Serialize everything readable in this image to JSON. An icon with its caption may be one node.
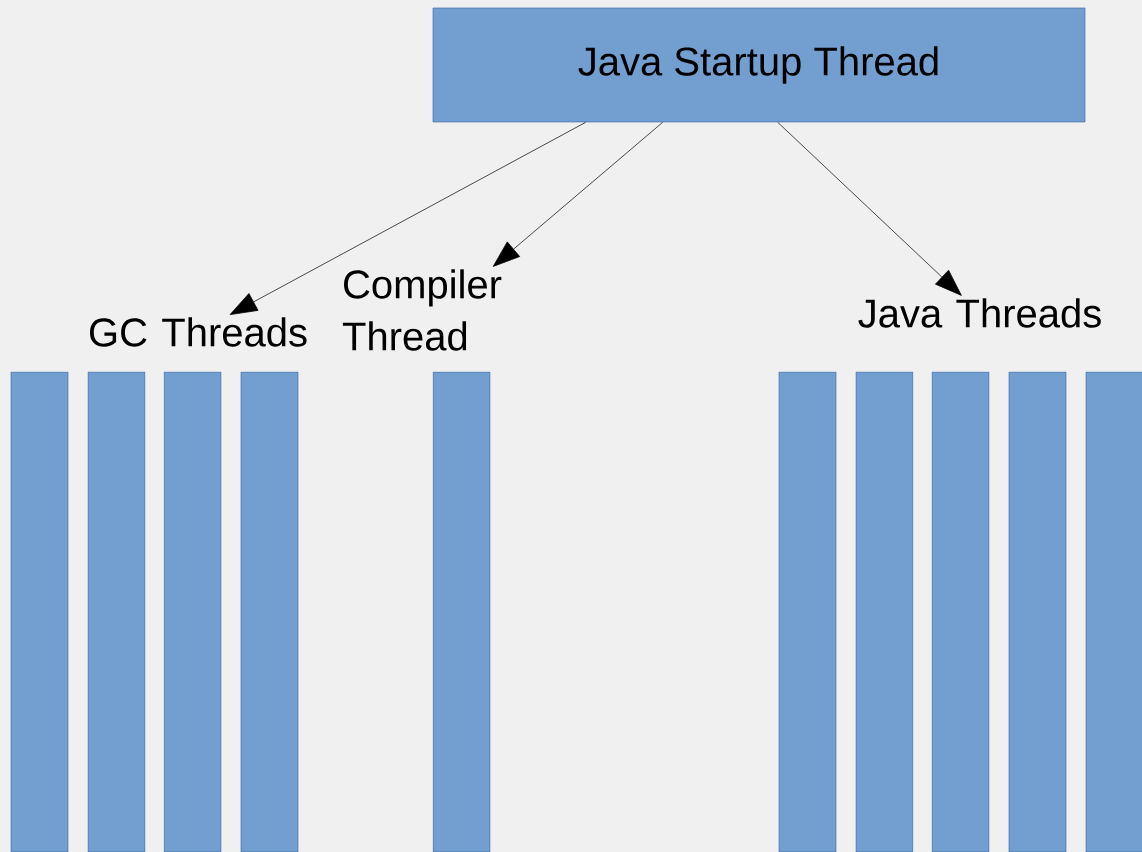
{
  "diagram": {
    "nodes": [
      {
        "text": [
          "Java Startup Thread"
        ]
      },
      {
        "text": [
          "GC Threads"
        ]
      },
      {
        "text": [
          "Compiler Thread"
        ]
      },
      {
        "text": [
          "Java Threads"
        ]
      },
      {
        "text": [],
        "shape": "bar"
      },
      {
        "text": [],
        "shape": "bar"
      },
      {
        "text": [],
        "shape": "bar"
      },
      {
        "text": [],
        "shape": "bar"
      },
      {
        "text": [],
        "shape": "bar"
      },
      {
        "text": [],
        "shape": "bar"
      },
      {
        "text": [],
        "shape": "bar"
      },
      {
        "text": [],
        "shape": "bar"
      },
      {
        "text": [],
        "shape": "bar"
      },
      {
        "text": [],
        "shape": "bar"
      }
    ],
    "edges": [
      {
        "from": 0,
        "to": 1,
        "arrow": "to"
      },
      {
        "from": 0,
        "to": 2,
        "arrow": "to"
      },
      {
        "from": 0,
        "to": 3,
        "arrow": "to"
      }
    ]
  }
}
